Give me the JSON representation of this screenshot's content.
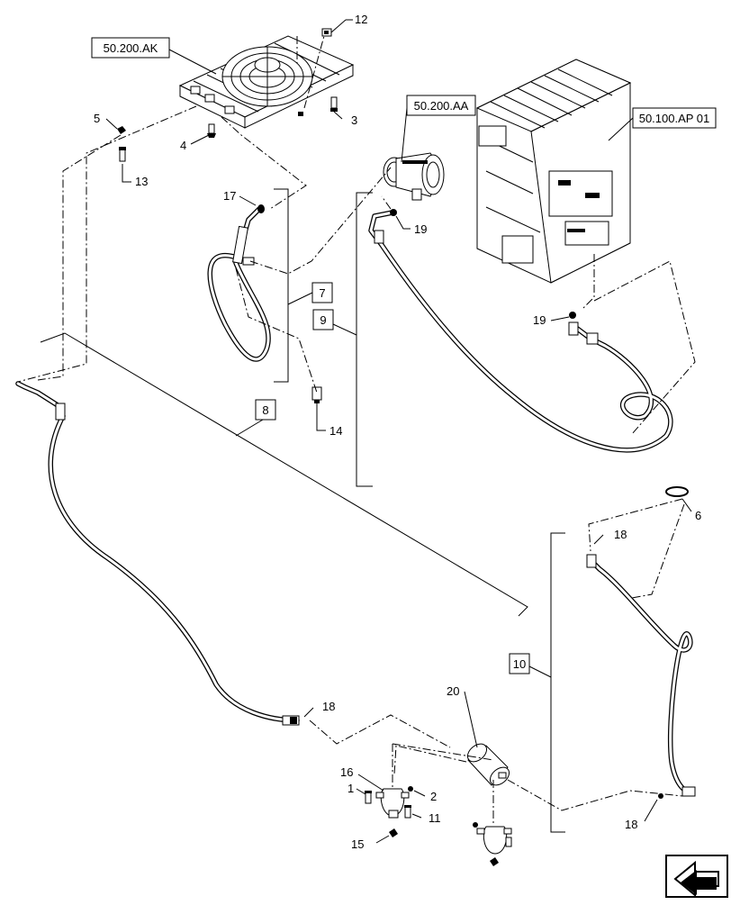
{
  "references": {
    "cond": "50.200.AK",
    "comp": "50.200.AA",
    "hvac": "50.100.AP 01"
  },
  "callouts": {
    "c1": "1",
    "c2": "2",
    "c3": "3",
    "c4": "4",
    "c5": "5",
    "c6": "6",
    "c7": "7",
    "c8": "8",
    "c9": "9",
    "c10": "10",
    "c11": "11",
    "c12": "12",
    "c13": "13",
    "c14": "14",
    "c15": "15",
    "c16": "16",
    "c17": "17",
    "c18a": "18",
    "c18b": "18",
    "c18c": "18",
    "c19a": "19",
    "c19b": "19",
    "c20": "20"
  },
  "nav_icon": "next-page-arrow-icon"
}
